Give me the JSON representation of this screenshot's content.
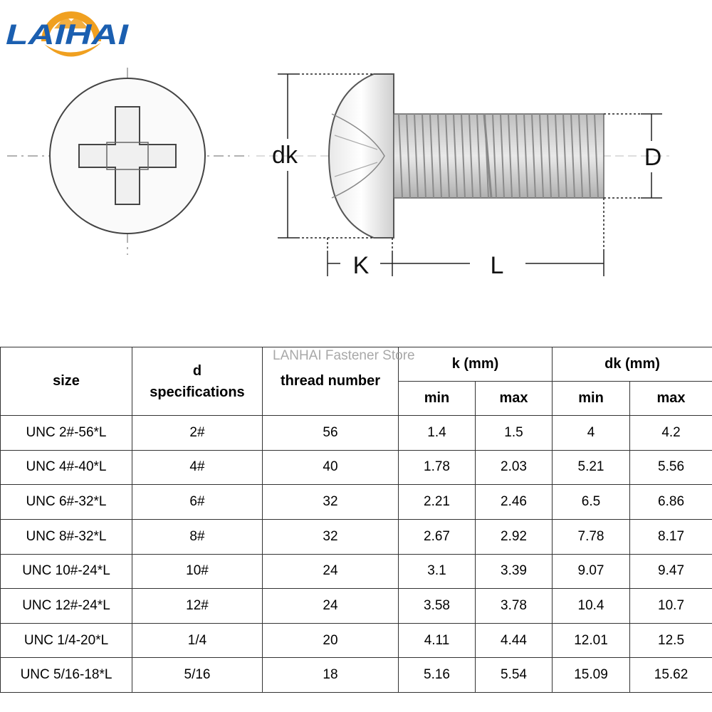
{
  "logo": {
    "text": "LAIHAI",
    "blue": "#1b5fb0",
    "orange": "#f0a020"
  },
  "watermark": "LANHAI Fastener Store",
  "diagram": {
    "labels": {
      "dk": "dk",
      "D": "D",
      "K": "K",
      "L": "L"
    }
  },
  "table": {
    "headers": {
      "size": "size",
      "d_line1": "d",
      "d_line2": "specifications",
      "thread": "thread number",
      "k": "k (mm)",
      "dk": "dk (mm)",
      "min": "min",
      "max": "max"
    },
    "rows": [
      {
        "size": "UNC 2#-56*L",
        "d": "2#",
        "thread": "56",
        "kmin": "1.4",
        "kmax": "1.5",
        "dkmin": "4",
        "dkmax": "4.2"
      },
      {
        "size": "UNC 4#-40*L",
        "d": "4#",
        "thread": "40",
        "kmin": "1.78",
        "kmax": "2.03",
        "dkmin": "5.21",
        "dkmax": "5.56"
      },
      {
        "size": "UNC 6#-32*L",
        "d": "6#",
        "thread": "32",
        "kmin": "2.21",
        "kmax": "2.46",
        "dkmin": "6.5",
        "dkmax": "6.86"
      },
      {
        "size": "UNC 8#-32*L",
        "d": "8#",
        "thread": "32",
        "kmin": "2.67",
        "kmax": "2.92",
        "dkmin": "7.78",
        "dkmax": "8.17"
      },
      {
        "size": "UNC 10#-24*L",
        "d": "10#",
        "thread": "24",
        "kmin": "3.1",
        "kmax": "3.39",
        "dkmin": "9.07",
        "dkmax": "9.47"
      },
      {
        "size": "UNC 12#-24*L",
        "d": "12#",
        "thread": "24",
        "kmin": "3.58",
        "kmax": "3.78",
        "dkmin": "10.4",
        "dkmax": "10.7"
      },
      {
        "size": "UNC 1/4-20*L",
        "d": "1/4",
        "thread": "20",
        "kmin": "4.11",
        "kmax": "4.44",
        "dkmin": "12.01",
        "dkmax": "12.5"
      },
      {
        "size": "UNC 5/16-18*L",
        "d": "5/16",
        "thread": "18",
        "kmin": "5.16",
        "kmax": "5.54",
        "dkmin": "15.09",
        "dkmax": "15.62"
      }
    ]
  }
}
